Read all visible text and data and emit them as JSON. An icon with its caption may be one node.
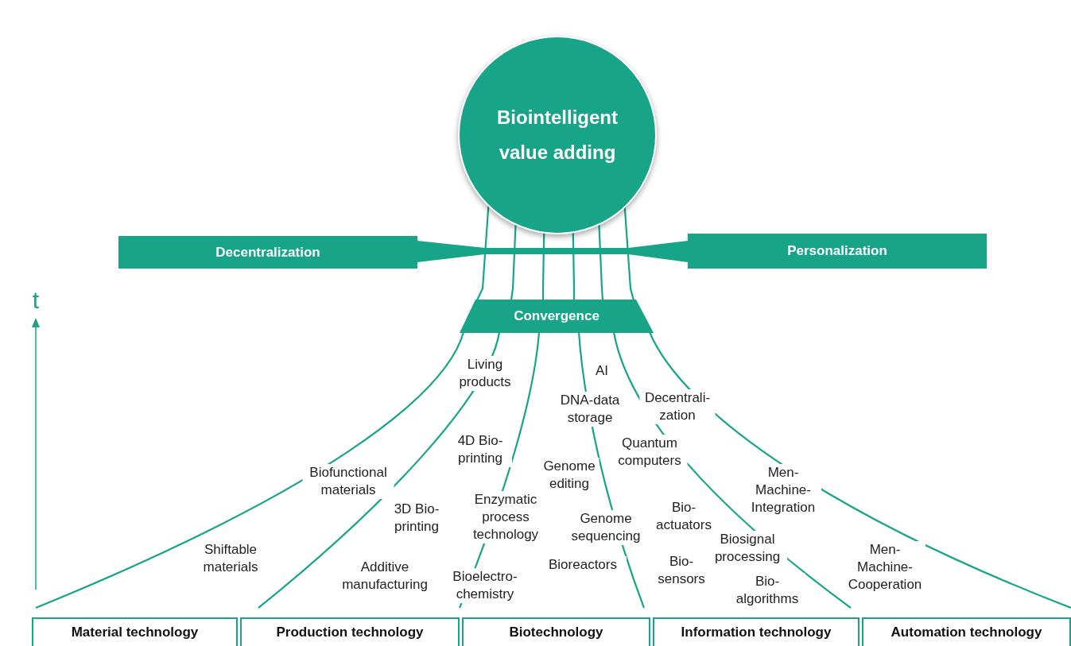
{
  "diagram": {
    "nodes": [
      {
        "text": [
          "Biointelligent value adding"
        ]
      },
      {
        "text": [
          "Decentralization"
        ]
      },
      {
        "text": [
          "Personalization"
        ]
      },
      {
        "text": [
          "Convergence"
        ]
      },
      {
        "text": [
          "Material technology"
        ]
      },
      {
        "text": [
          "Production technology"
        ]
      },
      {
        "text": [
          "Biotechnology"
        ]
      },
      {
        "text": [
          "Information technology"
        ]
      },
      {
        "text": [
          "Automation technology"
        ]
      }
    ],
    "labels": [
      "t",
      "Living products",
      "AI",
      "DNA-data storage",
      "Decentrali- zation",
      "4D Bio- printing",
      "Quantum computers",
      "Biofunctional materials",
      "Genome editing",
      "Men- Machine- Integration",
      "3D Bio- printing",
      "Enzymatic process technology",
      "Genome sequencing",
      "Bio- actuators",
      "Shiftable materials",
      "Additive manufacturing",
      "Bioelectro- chemistry",
      "Bioreactors",
      "Bio- sensors",
      "Biosignal processing",
      "Bio- algorithms",
      "Men- Machine- Cooperation"
    ]
  }
}
